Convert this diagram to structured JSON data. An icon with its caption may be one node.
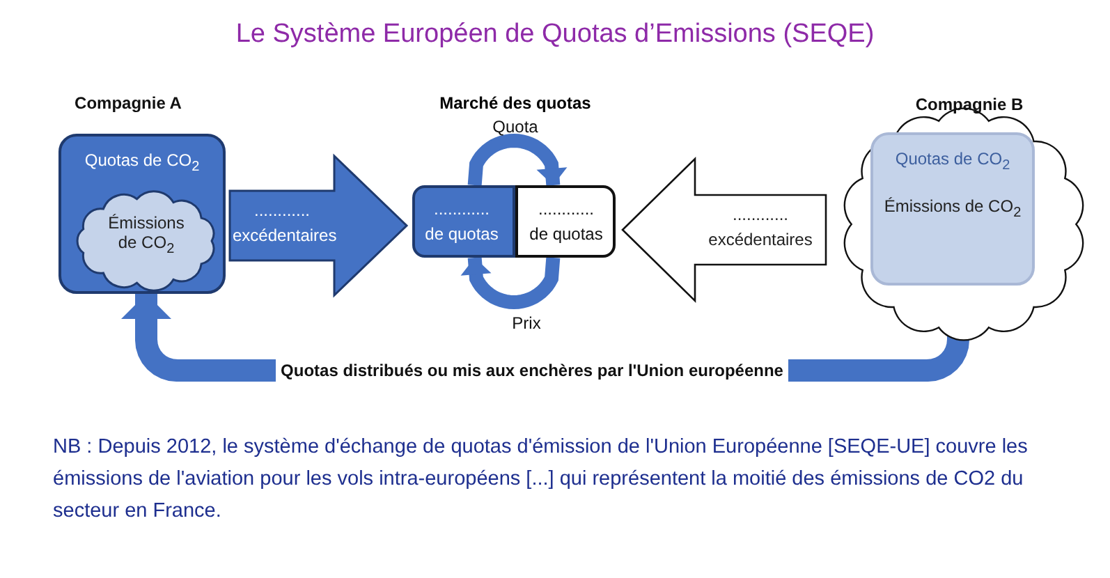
{
  "diagram": {
    "title": "Le Système Européen de Quotas d’Emissions (SEQE)",
    "caption": "NB : Depuis 2012, le système d'échange de quotas d'émission de l'Union Européenne [SEQE-UE] couvre les émissions de l'aviation pour les vols intra-européens [...] qui représentent la moitié des émissions de CO2 du secteur en France.",
    "nodes": [
      {
        "text": [
          "Compagnie A",
          "Quotas de CO$_{2}$"
        ]
      },
      {
        "text": [
          "Émissions de CO$_{2}$"
        ],
        "in": 0
      },
      {
        "text": [
          "............ de quotas"
        ]
      },
      {
        "text": [
          "............ de quotas"
        ]
      },
      {
        "text": [
          "Compagnie B"
        ]
      },
      {
        "text": [
          "Quotas de CO$_{2}$",
          "Émissions de CO$_{2}$"
        ],
        "in": 4
      },
      {
        "text": [
          "Quotas distribués ou mis aux enchères par l'Union européenne"
        ]
      }
    ],
    "edges": [
      {
        "from": 0,
        "to": 2,
        "arrow": "to",
        "label": "............ excédentaires"
      },
      {
        "from": 4,
        "to": 3,
        "arrow": "to",
        "label": "............ excédentaires",
        "color": "#ffffff"
      },
      {
        "from": 2,
        "to": 3,
        "arrow": "to",
        "label": "Quota"
      },
      {
        "from": 3,
        "to": 2,
        "arrow": "to",
        "label": "Prix"
      },
      {
        "from": 6,
        "to": 0,
        "arrow": "to"
      },
      {
        "from": 6,
        "to": 5,
        "arrow": "to"
      }
    ],
    "labels": [
      "Marché des quotas"
    ]
  }
}
